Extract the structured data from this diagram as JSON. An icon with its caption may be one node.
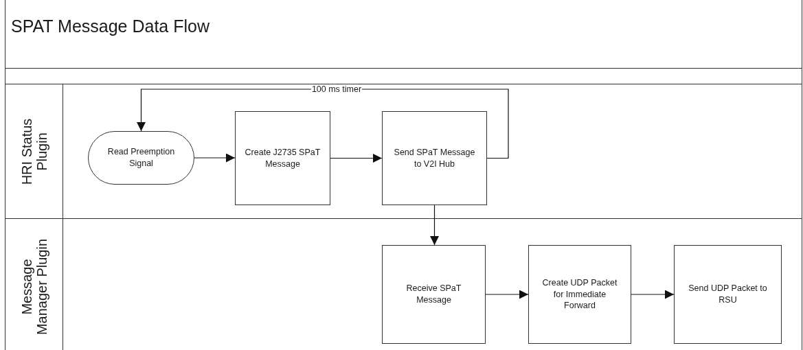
{
  "diagram": {
    "title": "SPAT Message Data Flow",
    "nodes": [
      {
        "text": [
          "HRI Status Plugin"
        ]
      },
      {
        "text": [
          "Read Preemption Signal"
        ],
        "in": 0
      },
      {
        "text": [
          "Create J2735 SPaT Message"
        ],
        "in": 0
      },
      {
        "text": [
          "Send SPaT Message to V2I Hub"
        ],
        "in": 0
      },
      {
        "text": [
          "Message Manager Plugin"
        ]
      },
      {
        "text": [
          "Receive SPaT Message"
        ],
        "in": 4
      },
      {
        "text": [
          "Create UDP Packet for Immediate Forward"
        ],
        "in": 4
      },
      {
        "text": [
          "Send UDP Packet to RSU"
        ],
        "in": 4
      }
    ],
    "edges": [
      {
        "from": 1,
        "to": 2,
        "arrow": "to"
      },
      {
        "from": 2,
        "to": 3,
        "arrow": "to"
      },
      {
        "from": 3,
        "to": 1,
        "arrow": "to",
        "label": "100 ms timer"
      },
      {
        "from": 3,
        "to": 5,
        "arrow": "to"
      },
      {
        "from": 5,
        "to": 6,
        "arrow": "to"
      },
      {
        "from": 6,
        "to": 7,
        "arrow": "to"
      }
    ]
  }
}
